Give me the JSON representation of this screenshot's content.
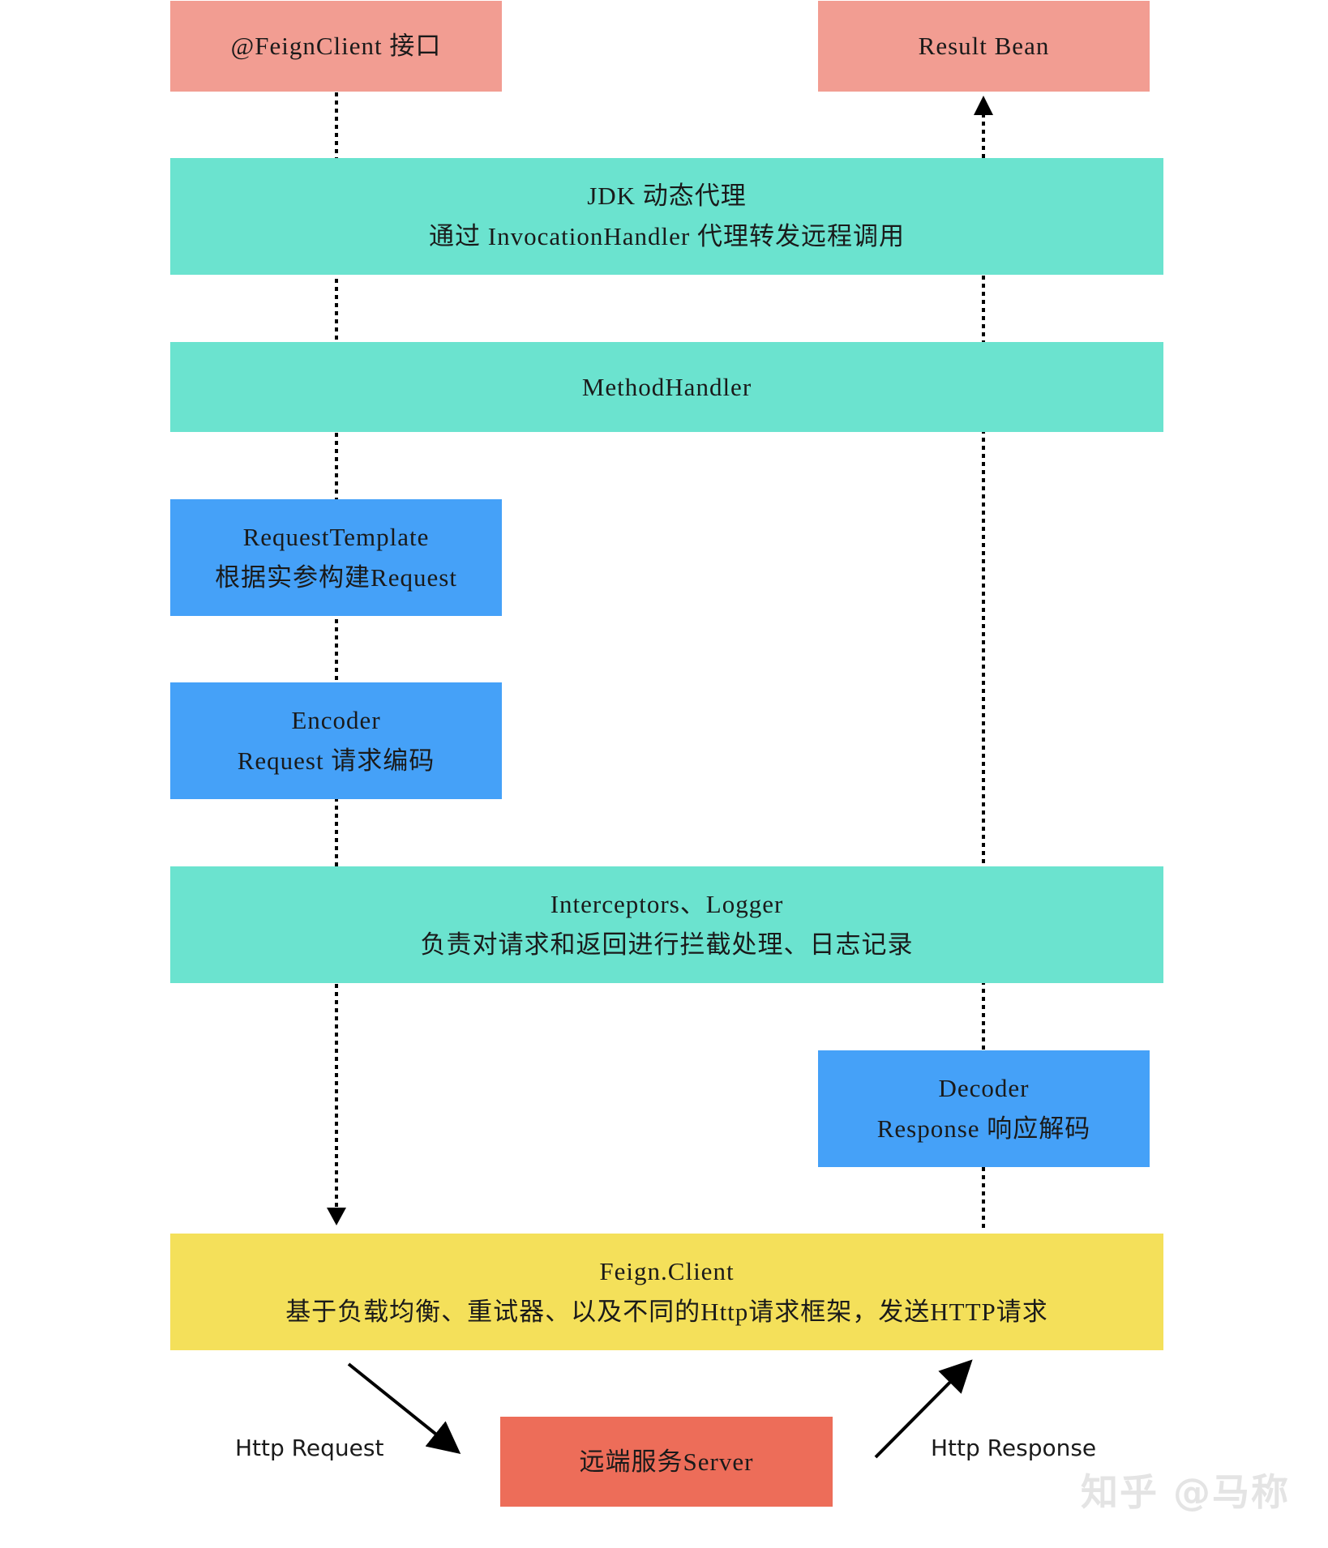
{
  "nodes": {
    "feign_client_interface": {
      "line1": "@FeignClient 接口"
    },
    "result_bean": {
      "line1": "Result Bean"
    },
    "jdk_proxy": {
      "line1": "JDK 动态代理",
      "line2": "通过 InvocationHandler 代理转发远程调用"
    },
    "method_handler": {
      "line1": "MethodHandler"
    },
    "request_template": {
      "line1": "RequestTemplate",
      "line2": "根据实参构建Request"
    },
    "encoder": {
      "line1": "Encoder",
      "line2": "Request 请求编码"
    },
    "interceptors": {
      "line1": "Interceptors、Logger",
      "line2": "负责对请求和返回进行拦截处理、日志记录"
    },
    "decoder": {
      "line1": "Decoder",
      "line2": "Response 响应解码"
    },
    "feign_client": {
      "line1": "Feign.Client",
      "line2": "基于负载均衡、重试器、以及不同的Http请求框架，发送HTTP请求"
    },
    "remote_server": {
      "line1": "远端服务Server"
    }
  },
  "edge_labels": {
    "http_request": "Http Request",
    "http_response": "Http Response"
  },
  "watermark": "知乎 @马称",
  "colors": {
    "pink": "#f29d92",
    "teal": "#6be3cf",
    "blue": "#45a1f8",
    "yellow": "#f4e05a",
    "red": "#ed6d59"
  }
}
